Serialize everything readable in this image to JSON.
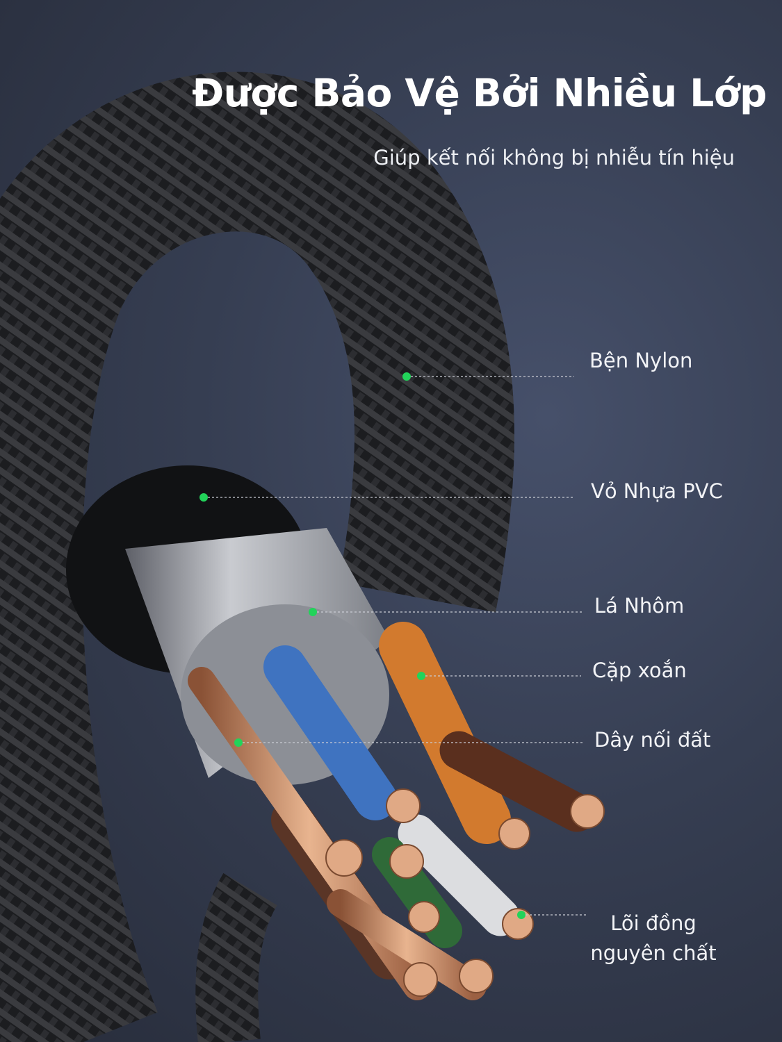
{
  "header": {
    "title": "Được Bảo Vệ Bởi Nhiều Lớp",
    "subtitle": "Giúp kết nối không bị nhiễu tín hiệu"
  },
  "layers": [
    {
      "label": "Bện Nylon"
    },
    {
      "label": "Vỏ Nhựa PVC"
    },
    {
      "label": "Lá Nhôm"
    },
    {
      "label": "Cặp xoắn"
    },
    {
      "label": "Dây nối đất"
    },
    {
      "label_line1": "Lõi đồng",
      "label_line2": "nguyên chất"
    }
  ],
  "colors": {
    "marker": "#22d35a",
    "background": "#363e52",
    "copper": "#d9a27a"
  }
}
